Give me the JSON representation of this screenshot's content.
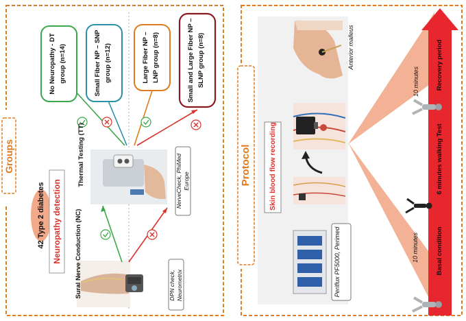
{
  "colors": {
    "orange": "#e07a1f",
    "green": "#3aa84a",
    "red": "#d9312b",
    "teal": "#2b8fa8",
    "maroon": "#8b1a1a",
    "arrow_red": "#e8262e",
    "salmon": "#f2a98a",
    "grey_box": "#f1f1f1"
  },
  "groups": {
    "panel_title": "Groups",
    "oval_label": "42 Type 2 diabetes",
    "neuropathy_title": "Neuropathy detection",
    "nc_label": "Sural Nerve Conduction (NC)",
    "nc_device": "DPN check, Neurometrix",
    "tt_label": "Thermal Testing (TT)",
    "tt_device": "NerveCheck, PhiMed Europe",
    "outcomes": [
      {
        "text": "No Neuropathy - DT group (n=14)",
        "color": "#3aa84a"
      },
      {
        "text": "Small Fiber NP – SNP group (n=12)",
        "color": "#2b8fa8"
      },
      {
        "text": "Large Fiber NP – LNP group (n=8)",
        "color": "#e07a1f"
      },
      {
        "text": "Small and Large Fiber NP – SLNP group (n=8)",
        "color": "#8b1a1a"
      }
    ]
  },
  "protocol": {
    "panel_title": "Protocol",
    "skin_label": "Skin blood flow recording",
    "device_label": "Periflux PF5000, Perimed",
    "site_label": "Anterior malleus",
    "phases": [
      {
        "duration": "10 minutes",
        "name": "Basal condition"
      },
      {
        "name": "6 minutes walking Test"
      },
      {
        "duration": "10 minutes",
        "name": "Recovery period"
      }
    ]
  }
}
